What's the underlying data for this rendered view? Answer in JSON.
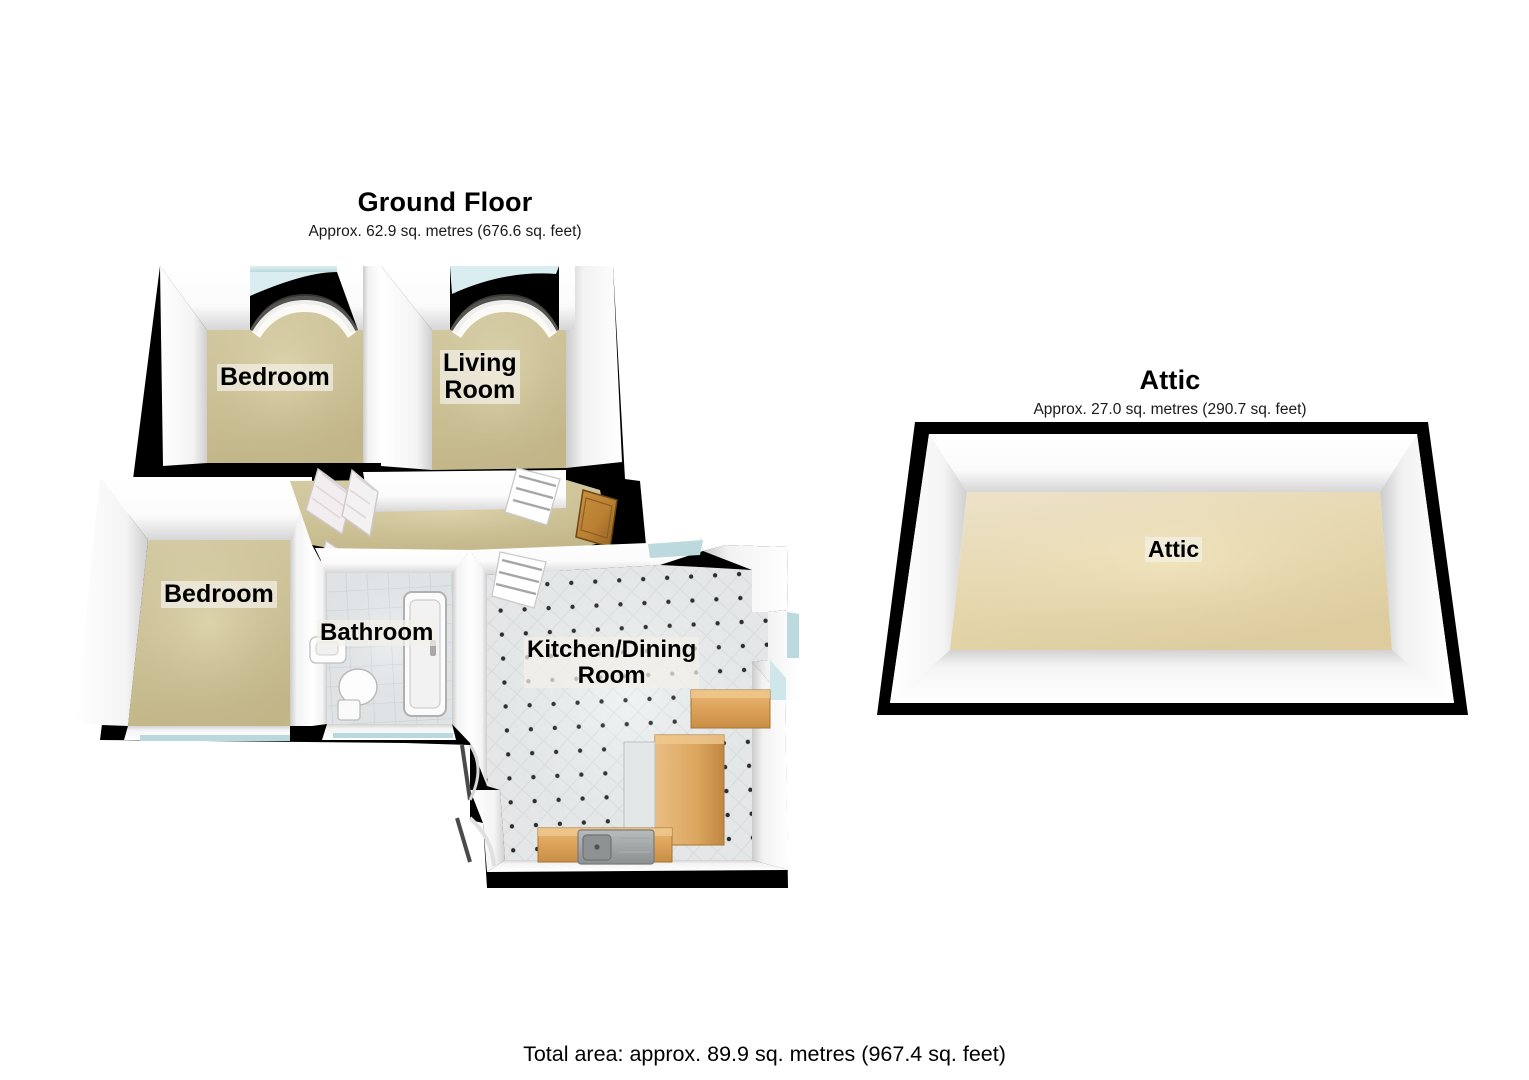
{
  "document": {
    "type": "property-floorplan",
    "background_color": "#ffffff"
  },
  "floors": [
    {
      "id": "ground-floor",
      "title": "Ground Floor",
      "subtitle": "Approx. 62.9 sq. metres (676.6 sq. feet)",
      "area_sq_metres": "62.9",
      "area_sq_feet": "676.6",
      "rooms": [
        {
          "id": "bedroom-1",
          "label": "Bedroom",
          "floor_color": "#d9cd9e",
          "floor_type": "carpet"
        },
        {
          "id": "living-room",
          "label": "Living\nRoom",
          "floor_color": "#d9cd9e",
          "floor_type": "carpet"
        },
        {
          "id": "bedroom-2",
          "label": "Bedroom",
          "floor_color": "#d9cd9e",
          "floor_type": "carpet"
        },
        {
          "id": "bathroom",
          "label": "Bathroom",
          "floor_color": "#e7e7e7",
          "floor_type": "tile"
        },
        {
          "id": "kitchen-dining",
          "label": "Kitchen/Dining\nRoom",
          "floor_color": "#eceff0",
          "floor_type": "dotted-tile"
        },
        {
          "id": "hallway",
          "label": "",
          "floor_color": "#d9cd9e",
          "floor_type": "carpet"
        }
      ],
      "fixtures": [
        {
          "name": "bay-window",
          "room": "bedroom-1"
        },
        {
          "name": "bay-window",
          "room": "living-room"
        },
        {
          "name": "window",
          "room": "bedroom-2"
        },
        {
          "name": "window",
          "room": "kitchen-dining"
        },
        {
          "name": "front-door",
          "room": "hallway"
        },
        {
          "name": "interior-door",
          "room": "bedroom-1"
        },
        {
          "name": "interior-door",
          "room": "bedroom-2"
        },
        {
          "name": "interior-door",
          "room": "bathroom"
        },
        {
          "name": "radiator",
          "room": "living-room"
        },
        {
          "name": "radiator",
          "room": "kitchen-dining"
        },
        {
          "name": "toilet",
          "room": "bathroom"
        },
        {
          "name": "wash-basin",
          "room": "bathroom"
        },
        {
          "name": "bathtub",
          "room": "bathroom"
        },
        {
          "name": "kitchen-counter",
          "room": "kitchen-dining"
        },
        {
          "name": "kitchen-sink",
          "room": "kitchen-dining"
        }
      ]
    },
    {
      "id": "attic-floor",
      "title": "Attic",
      "subtitle": "Approx. 27.0 sq. metres (290.7 sq. feet)",
      "area_sq_metres": "27.0",
      "area_sq_feet": "290.7",
      "rooms": [
        {
          "id": "attic-room",
          "label": "Attic",
          "floor_color": "#f2e3b8",
          "floor_type": "boarded"
        }
      ],
      "fixtures": []
    }
  ],
  "footer": {
    "total_area": "Total area: approx. 89.9 sq. metres (967.4 sq. feet)",
    "total_sq_metres": "89.9",
    "total_sq_feet": "967.4"
  },
  "colors": {
    "wall_outline": "#000000",
    "wall_face": "#ffffff",
    "carpet": "#d9cd9e",
    "attic_floor": "#f2e3b8",
    "tile": "#e9ecee",
    "glass": "#cfe6ea",
    "wood": "#d9a25a",
    "sink_metal": "#9a9a9a"
  }
}
